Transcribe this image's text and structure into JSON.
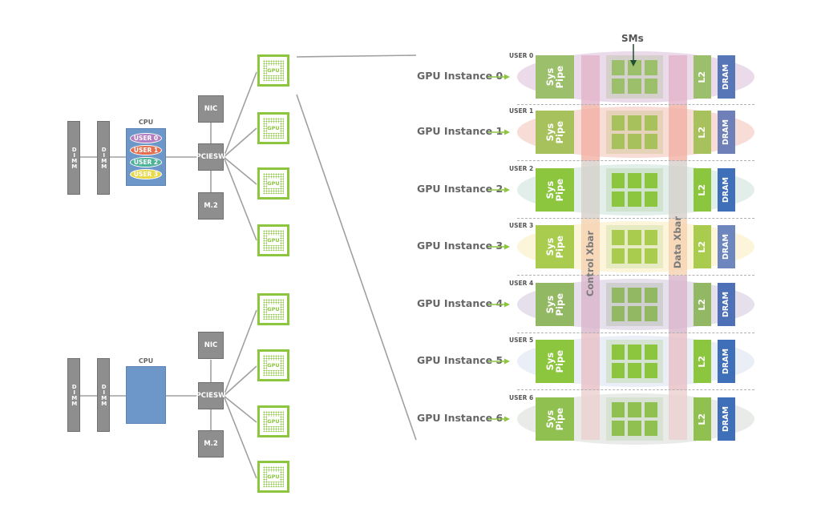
{
  "colors": {
    "gray_component": "#8e8e8e",
    "cpu_blue": "#6e97c9",
    "gpu_green": "#8cc63f",
    "line_gray": "#9a9a9a",
    "sm_arrow": "#1f4e2e",
    "dram_blue": "#4a6fb5",
    "label_gray": "#666666"
  },
  "servers": [
    {
      "id": "server-top",
      "dimms": [
        {
          "label": "DIMM"
        },
        {
          "label": "DIMM"
        }
      ],
      "cpu": {
        "label": "CPU",
        "users": [
          {
            "label": "USER 0",
            "color": "#b47cc0"
          },
          {
            "label": "USER 1",
            "color": "#e36f4f"
          },
          {
            "label": "USER 2",
            "color": "#4fb39a"
          },
          {
            "label": "USER 3",
            "color": "#e8d84a"
          }
        ]
      },
      "nic": "NIC",
      "pcie_switch": "PCIE SW",
      "storage": "M.2",
      "gpus": [
        {
          "label": "GPU"
        },
        {
          "label": "GPU"
        },
        {
          "label": "GPU"
        },
        {
          "label": "GPU"
        }
      ]
    },
    {
      "id": "server-bottom",
      "dimms": [
        {
          "label": "DIMM"
        },
        {
          "label": "DIMM"
        }
      ],
      "cpu": {
        "label": "CPU",
        "users": []
      },
      "nic": "NIC",
      "pcie_switch": "PCIE SW",
      "storage": "M.2",
      "gpus": [
        {
          "label": "GPU"
        },
        {
          "label": "GPU"
        },
        {
          "label": "GPU"
        },
        {
          "label": "GPU"
        }
      ]
    }
  ],
  "mig": {
    "sms_label": "SMs",
    "control_xbar_label": "Control Xbar",
    "data_xbar_label": "Data Xbar",
    "sys_pipe_label": [
      "Sys",
      "Pipe"
    ],
    "l2_label": "L2",
    "dram_label": "DRAM",
    "instances": [
      {
        "label": "GPU Instance 0",
        "user": "USER 0",
        "tint": "#e6d3e6",
        "xbar_tint": "#e3b3c9",
        "sm_tint": "#d6d0cc",
        "block": "#9bbf6a",
        "dram": "#5776b8"
      },
      {
        "label": "GPU Instance 1",
        "user": "USER 1",
        "tint": "#f7d6cf",
        "xbar_tint": "#f2b0a4",
        "sm_tint": "#e6d2b8",
        "block": "#a7c25c",
        "dram": "#6f80b9"
      },
      {
        "label": "GPU Instance 2",
        "user": "USER 2",
        "tint": "#dcebe6",
        "xbar_tint": "#d6cfca",
        "sm_tint": "#cfe3cf",
        "block": "#8cc63f",
        "dram": "#3f6fb8"
      },
      {
        "label": "GPU Instance 3",
        "user": "USER 3",
        "tint": "#fbf3d4",
        "xbar_tint": "#f5d2b0",
        "sm_tint": "#e6ebc4",
        "block": "#a9cc4f",
        "dram": "#6d86bd"
      },
      {
        "label": "GPU Instance 4",
        "user": "USER 4",
        "tint": "#e0dbe9",
        "xbar_tint": "#d9b4cc",
        "sm_tint": "#cfcfcf",
        "block": "#93b863",
        "dram": "#4e70b6"
      },
      {
        "label": "GPU Instance 5",
        "user": "USER 5",
        "tint": "#e6ebf6",
        "xbar_tint": "#e9bfc6",
        "sm_tint": "#d5e3d2",
        "block": "#8cc63f",
        "dram": "#3f6fb8"
      },
      {
        "label": "GPU Instance 6",
        "user": "USER 6",
        "tint": "#e4e8e4",
        "xbar_tint": "#ecd0d0",
        "sm_tint": "#d8e2d2",
        "block": "#90c050",
        "dram": "#3f6fb8"
      }
    ]
  }
}
